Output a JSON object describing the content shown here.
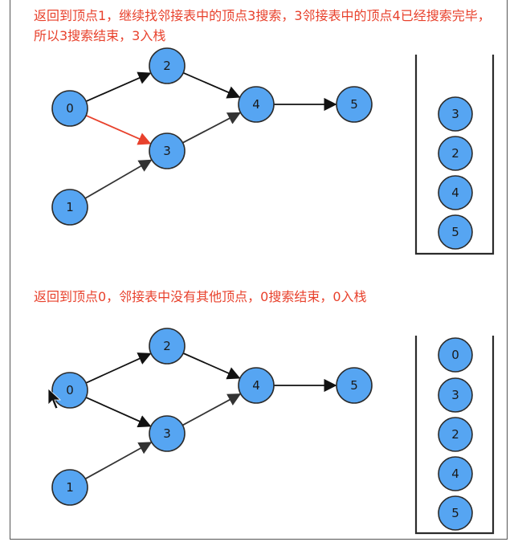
{
  "step1": {
    "caption": "返回到顶点1，继续找邻接表中的顶点3搜索，3邻接表中的顶点4已经搜索完毕，所以3搜索结束，3入栈",
    "nodes": [
      "0",
      "1",
      "2",
      "3",
      "4",
      "5"
    ],
    "edges": [
      {
        "from": "0",
        "to": "2",
        "color": "#111111"
      },
      {
        "from": "0",
        "to": "3",
        "color": "#e8412c"
      },
      {
        "from": "1",
        "to": "3",
        "color": "#333333"
      },
      {
        "from": "2",
        "to": "4",
        "color": "#111111"
      },
      {
        "from": "3",
        "to": "4",
        "color": "#333333"
      },
      {
        "from": "4",
        "to": "5",
        "color": "#111111"
      }
    ],
    "stack": [
      "3",
      "2",
      "4",
      "5"
    ]
  },
  "step2": {
    "caption": "返回到顶点0，邻接表中没有其他顶点，0搜索结束，0入栈",
    "nodes": [
      "0",
      "1",
      "2",
      "3",
      "4",
      "5"
    ],
    "edges": [
      {
        "from": "0",
        "to": "2",
        "color": "#111111"
      },
      {
        "from": "0",
        "to": "3",
        "color": "#111111"
      },
      {
        "from": "1",
        "to": "3",
        "color": "#333333"
      },
      {
        "from": "2",
        "to": "4",
        "color": "#111111"
      },
      {
        "from": "3",
        "to": "4",
        "color": "#333333"
      },
      {
        "from": "4",
        "to": "5",
        "color": "#111111"
      }
    ],
    "stack": [
      "0",
      "3",
      "2",
      "4",
      "5"
    ]
  },
  "colors": {
    "node_fill": "#56a5f2",
    "caption": "#e8412c",
    "highlight_edge": "#e8412c"
  },
  "icons": {
    "cursor": "mouse-pointer-icon"
  }
}
